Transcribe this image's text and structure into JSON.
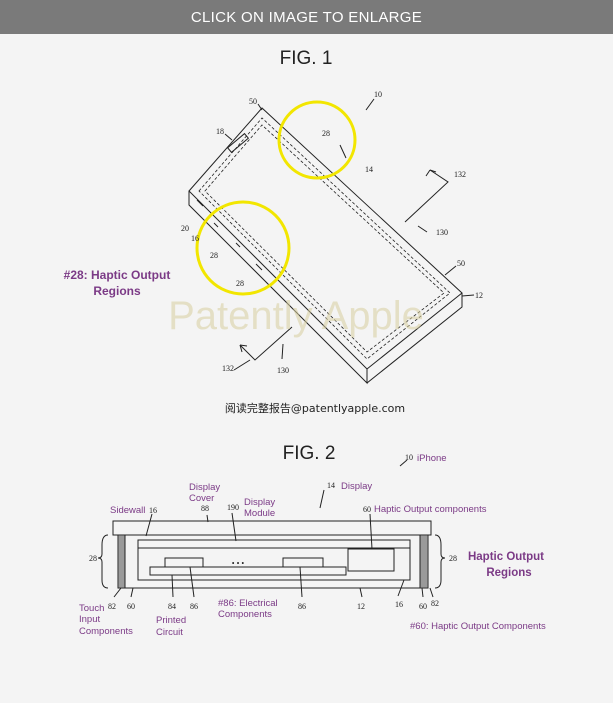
{
  "banner": "CLICK ON IMAGE TO ENLARGE",
  "fig1": {
    "title": "FIG. 1",
    "refs": {
      "r10": "10",
      "r50a": "50",
      "r18": "18",
      "r28a": "28",
      "r14": "14",
      "r132a": "132",
      "r130a": "130",
      "r20": "20",
      "r16": "16",
      "r28b": "28",
      "r28c": "28",
      "r50b": "50",
      "r12": "12",
      "r132b": "132",
      "r130b": "130"
    },
    "annotation_line1": "#28: Haptic Output",
    "annotation_line2": "Regions",
    "watermark": "Patently Apple",
    "caption": "阅读完整报告@patentlyapple.com"
  },
  "fig2": {
    "title": "FIG. 2",
    "refs": {
      "r10": "10",
      "r14": "14",
      "r16a": "16",
      "r88": "88",
      "r190": "190",
      "r60a": "60",
      "r28l": "28",
      "r28r": "28",
      "r82a": "82",
      "r60b": "60",
      "r84": "84",
      "r86a": "86",
      "r86b": "86",
      "r12": "12",
      "r16b": "16",
      "r60c": "60",
      "r82b": "82",
      "dots": "• • •"
    },
    "labels": {
      "iphone": "iPhone",
      "display": "Display",
      "display_cover_1": "Display",
      "display_cover_2": "Cover",
      "display_module_1": "Display",
      "display_module_2": "Module",
      "sidewall": "Sidewall",
      "haptic_components": "Haptic Output components",
      "haptic_regions_1": "Haptic Output",
      "haptic_regions_2": "Regions",
      "touch_1": "Touch",
      "touch_2": "Input",
      "touch_3": "Components",
      "printed_1": "Printed",
      "printed_2": "Circuit",
      "electrical_1": "#86: Electrical",
      "electrical_2": "Components",
      "haptic_60": "#60: Haptic Output Components"
    }
  },
  "colors": {
    "annotation": "#7b3a86",
    "highlight": "#f2e600",
    "banner": "#7a7a7a"
  }
}
